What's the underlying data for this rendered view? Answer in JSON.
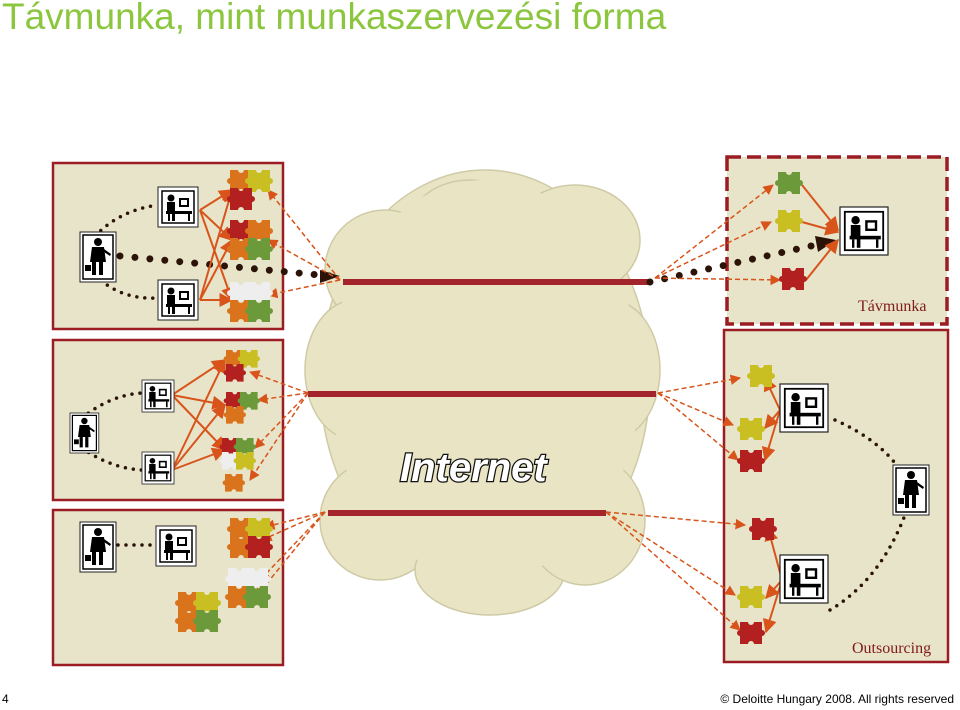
{
  "title": "Távmunka, mint munkaszervezési forma",
  "internet_label": "Internet",
  "right_top_label": "Távmunka",
  "right_bottom_label": "Outsourcing",
  "page_number": "4",
  "copyright": "© Deloitte Hungary 2008. All rights reserved",
  "colors": {
    "title": "#8cc63f",
    "panel_fill": "#e8e4c9",
    "panel_border": "#9b1c23",
    "cloud_fill": "#e9e5c4",
    "bar": "#a3242a",
    "arrow": "#d8541b",
    "dotted": "#2b1308",
    "puzzle_orange": "#d9741c",
    "puzzle_green": "#6c9a3a",
    "puzzle_yellow": "#c9be22",
    "puzzle_red": "#b2201f"
  }
}
